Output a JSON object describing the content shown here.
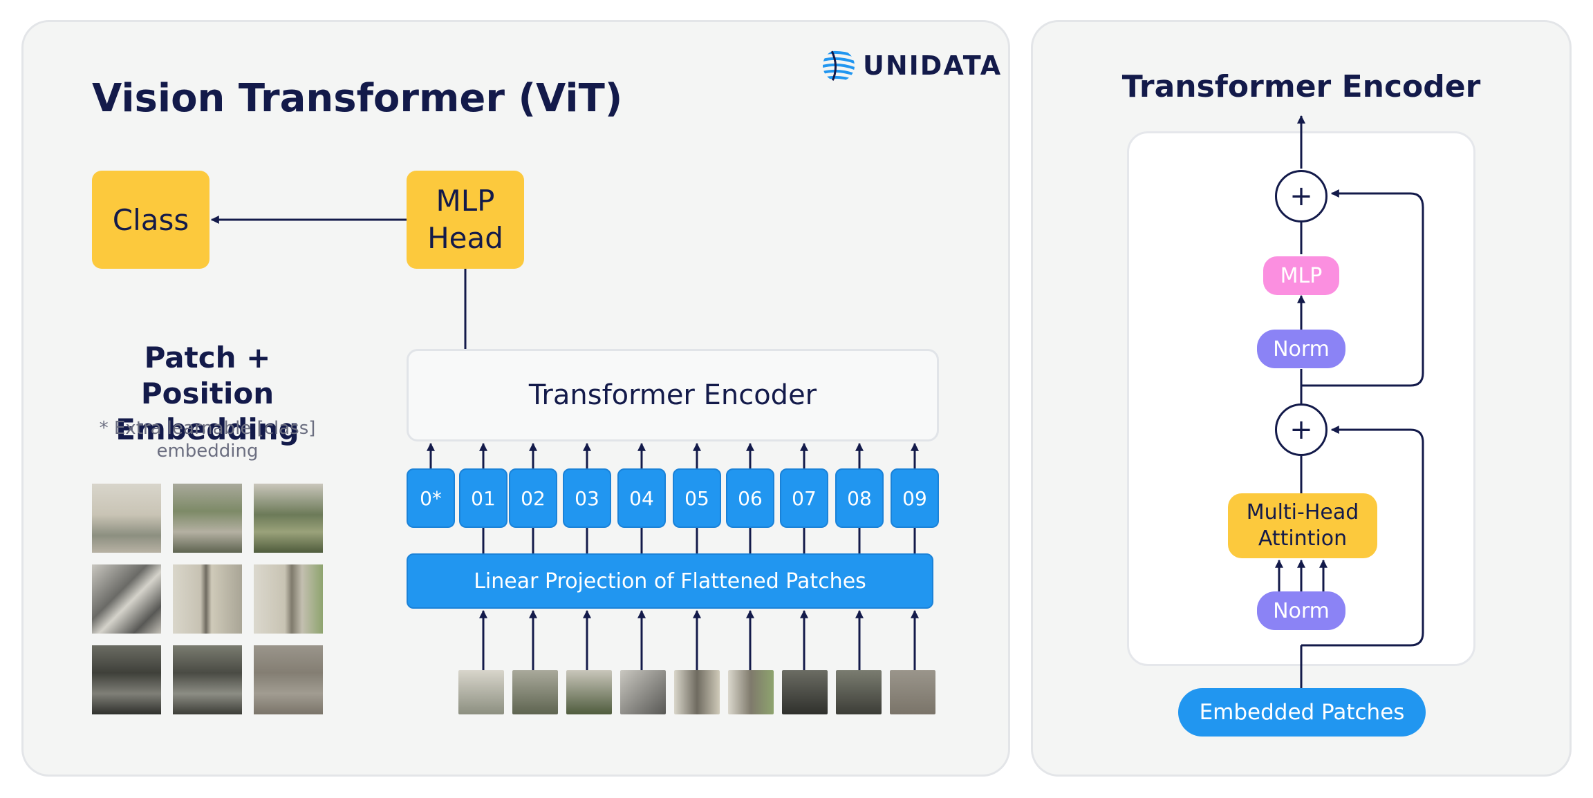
{
  "left": {
    "title": "Vision Transformer (ViT)",
    "logo_text": "UNIDATA",
    "class_box": "Class",
    "mlp_head_line1": "MLP",
    "mlp_head_line2": "Head",
    "encoder": "Transformer Encoder",
    "embedding_title_line1": "Patch + Position",
    "embedding_title_line2": "Embedding",
    "embedding_note_line1": "* Extra learnable [class]",
    "embedding_note_line2": "embedding",
    "tokens": [
      "0*",
      "01",
      "02",
      "03",
      "04",
      "05",
      "06",
      "07",
      "08",
      "09"
    ],
    "projection": "Linear Projection of Flattened Patches"
  },
  "right": {
    "title": "Transformer Encoder",
    "plus_top": "+",
    "mlp": "MLP",
    "norm_top": "Norm",
    "plus_bottom": "+",
    "mha_line1": "Multi-Head",
    "mha_line2": "Attintion",
    "norm_bottom": "Norm",
    "embedded_patches": "Embedded Patches"
  },
  "colors": {
    "navy": "#131a4a",
    "yellow": "#fcc93d",
    "blue": "#2196f0",
    "purple": "#8b83f5",
    "pink": "#fb8fe0",
    "panel": "#f4f5f4"
  },
  "icons": {
    "logo": "globe-stripes-icon"
  }
}
